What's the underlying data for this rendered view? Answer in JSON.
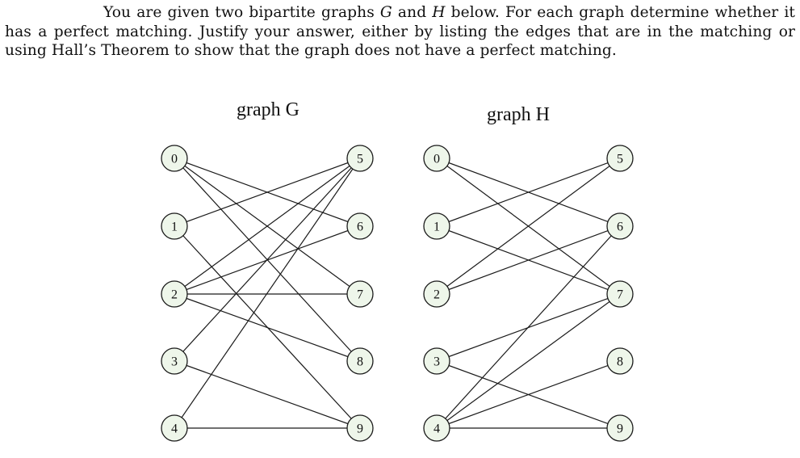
{
  "problem": {
    "part1": "You are given two bipartite graphs ",
    "var_g": "G",
    "part2": " and ",
    "var_h": "H",
    "part3": " below. For each graph determine whether it has a perfect matching. Justify your answer, either by listing the edges that are in the matching or using Hall’s Theorem to show that the graph does not have a perfect matching."
  },
  "graphs": [
    {
      "id": "G",
      "title": "graph G",
      "left_nodes": [
        "0",
        "1",
        "2",
        "3",
        "4"
      ],
      "right_nodes": [
        "5",
        "6",
        "7",
        "8",
        "9"
      ],
      "edges": [
        [
          "0",
          "6"
        ],
        [
          "0",
          "7"
        ],
        [
          "0",
          "8"
        ],
        [
          "1",
          "5"
        ],
        [
          "1",
          "9"
        ],
        [
          "2",
          "5"
        ],
        [
          "2",
          "6"
        ],
        [
          "2",
          "7"
        ],
        [
          "2",
          "8"
        ],
        [
          "3",
          "5"
        ],
        [
          "3",
          "9"
        ],
        [
          "4",
          "5"
        ],
        [
          "4",
          "9"
        ]
      ]
    },
    {
      "id": "H",
      "title": "graph H",
      "left_nodes": [
        "0",
        "1",
        "2",
        "3",
        "4"
      ],
      "right_nodes": [
        "5",
        "6",
        "7",
        "8",
        "9"
      ],
      "edges": [
        [
          "0",
          "6"
        ],
        [
          "0",
          "7"
        ],
        [
          "1",
          "5"
        ],
        [
          "1",
          "7"
        ],
        [
          "2",
          "5"
        ],
        [
          "2",
          "6"
        ],
        [
          "3",
          "7"
        ],
        [
          "3",
          "9"
        ],
        [
          "4",
          "6"
        ],
        [
          "4",
          "7"
        ],
        [
          "4",
          "8"
        ],
        [
          "4",
          "9"
        ]
      ]
    }
  ]
}
